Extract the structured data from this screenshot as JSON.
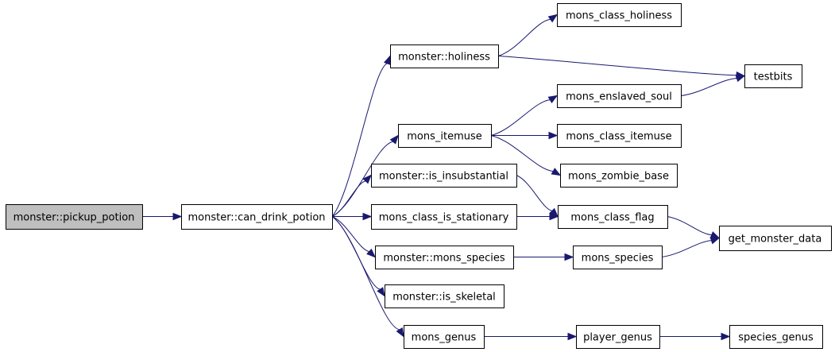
{
  "colors": {
    "edge": "#191970",
    "root_fill": "#bfbfbf",
    "node_fill": "#ffffff",
    "node_stroke": "#000000"
  },
  "graph": {
    "root": "pickup_potion",
    "nodes": [
      {
        "id": "pickup_potion",
        "label": "monster::pickup_potion"
      },
      {
        "id": "can_drink_potion",
        "label": "monster::can_drink_potion"
      },
      {
        "id": "holiness",
        "label": "monster::holiness"
      },
      {
        "id": "mons_class_holiness",
        "label": "mons_class_holiness"
      },
      {
        "id": "testbits",
        "label": "testbits"
      },
      {
        "id": "mons_itemuse",
        "label": "mons_itemuse"
      },
      {
        "id": "mons_enslaved_soul",
        "label": "mons_enslaved_soul"
      },
      {
        "id": "mons_class_itemuse",
        "label": "mons_class_itemuse"
      },
      {
        "id": "mons_zombie_base",
        "label": "mons_zombie_base"
      },
      {
        "id": "is_insubstantial",
        "label": "monster::is_insubstantial"
      },
      {
        "id": "mons_class_is_stationary",
        "label": "mons_class_is_stationary"
      },
      {
        "id": "mons_class_flag",
        "label": "mons_class_flag"
      },
      {
        "id": "get_monster_data",
        "label": "get_monster_data"
      },
      {
        "id": "mons_species_m",
        "label": "monster::mons_species"
      },
      {
        "id": "mons_species",
        "label": "mons_species"
      },
      {
        "id": "is_skeletal",
        "label": "monster::is_skeletal"
      },
      {
        "id": "mons_genus",
        "label": "mons_genus"
      },
      {
        "id": "player_genus",
        "label": "player_genus"
      },
      {
        "id": "species_genus",
        "label": "species_genus"
      }
    ],
    "edges": [
      [
        "pickup_potion",
        "can_drink_potion"
      ],
      [
        "can_drink_potion",
        "holiness"
      ],
      [
        "can_drink_potion",
        "mons_itemuse"
      ],
      [
        "can_drink_potion",
        "is_insubstantial"
      ],
      [
        "can_drink_potion",
        "mons_class_is_stationary"
      ],
      [
        "can_drink_potion",
        "mons_species_m"
      ],
      [
        "can_drink_potion",
        "is_skeletal"
      ],
      [
        "can_drink_potion",
        "mons_genus"
      ],
      [
        "holiness",
        "mons_class_holiness"
      ],
      [
        "holiness",
        "testbits"
      ],
      [
        "mons_itemuse",
        "mons_enslaved_soul"
      ],
      [
        "mons_itemuse",
        "mons_class_itemuse"
      ],
      [
        "mons_itemuse",
        "mons_zombie_base"
      ],
      [
        "mons_enslaved_soul",
        "testbits"
      ],
      [
        "is_insubstantial",
        "mons_class_flag"
      ],
      [
        "mons_class_is_stationary",
        "mons_class_flag"
      ],
      [
        "mons_class_flag",
        "get_monster_data"
      ],
      [
        "mons_species_m",
        "mons_species"
      ],
      [
        "mons_species",
        "get_monster_data"
      ],
      [
        "mons_genus",
        "player_genus"
      ],
      [
        "player_genus",
        "species_genus"
      ]
    ]
  }
}
